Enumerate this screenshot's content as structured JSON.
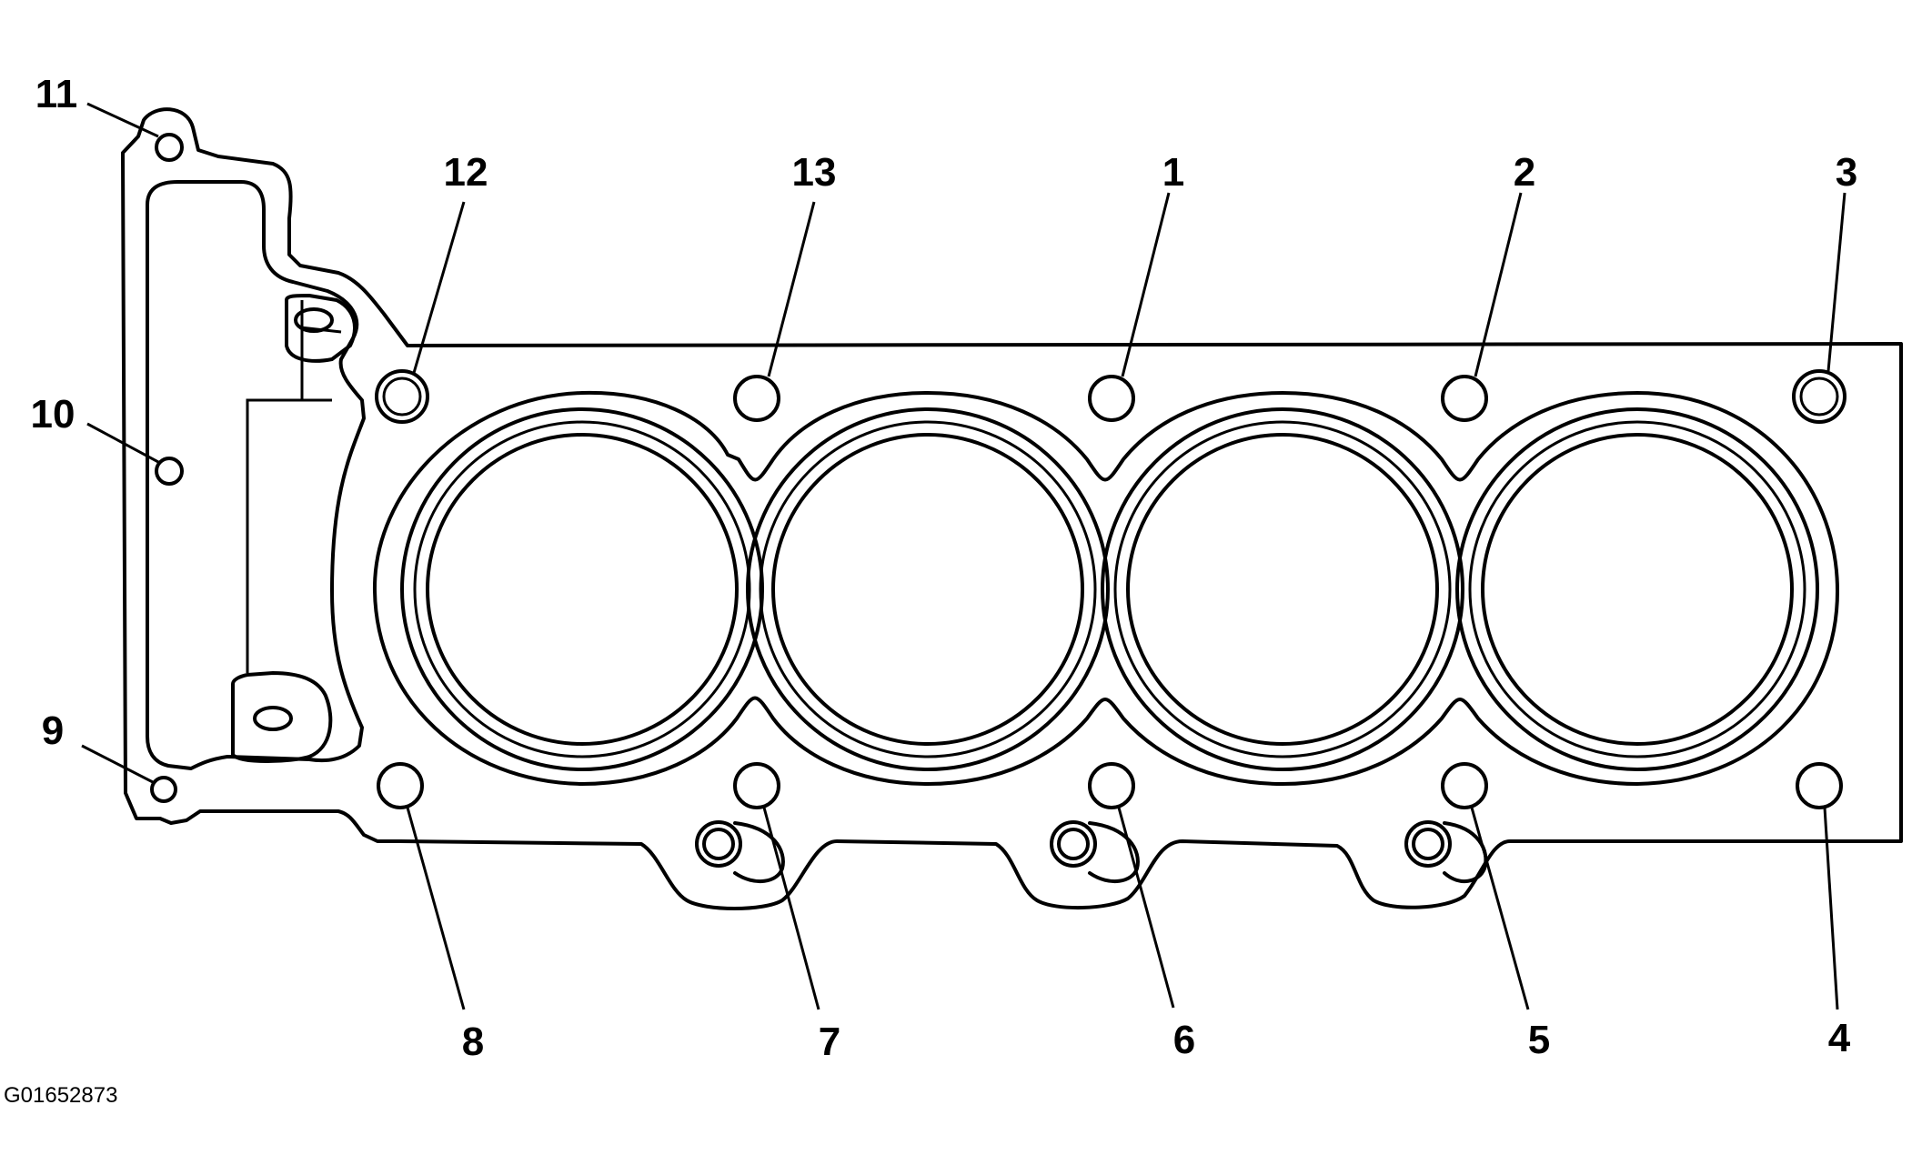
{
  "diagram": {
    "figure_id": "G01652873",
    "bolt_labels": {
      "b1": "1",
      "b2": "2",
      "b3": "3",
      "b4": "4",
      "b5": "5",
      "b6": "6",
      "b7": "7",
      "b8": "8",
      "b9": "9",
      "b10": "10",
      "b11": "11",
      "b12": "12",
      "b13": "13"
    }
  }
}
